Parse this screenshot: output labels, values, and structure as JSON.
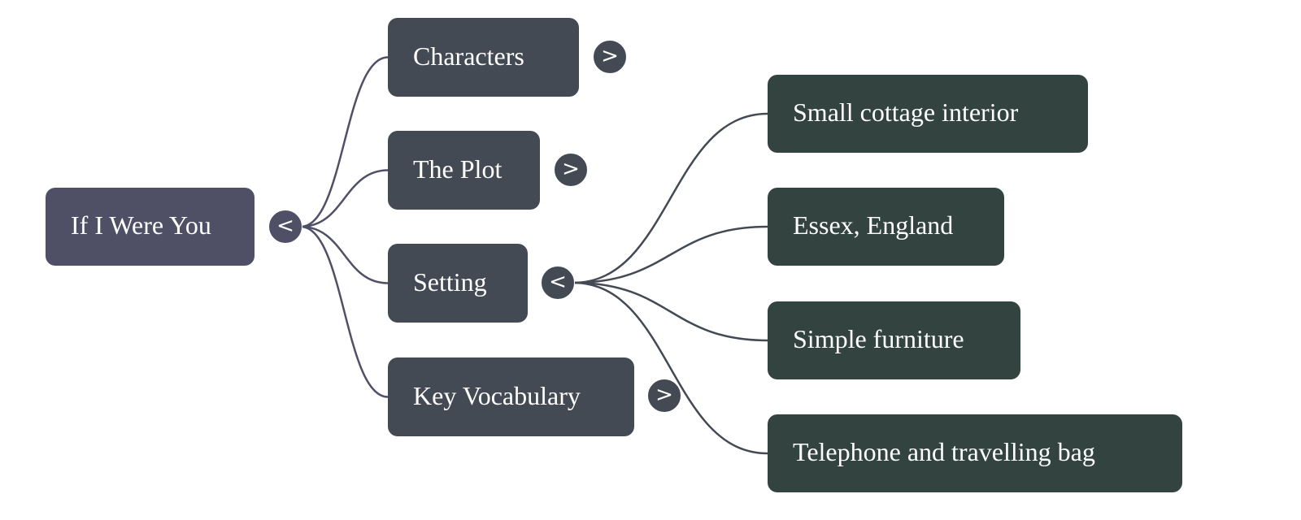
{
  "mindmap": {
    "root": {
      "label": "If I Were You",
      "toggle": "<",
      "toggle_state": "expanded",
      "color": "#4f5066"
    },
    "branches": [
      {
        "label": "Characters",
        "toggle": ">",
        "toggle_state": "collapsed",
        "color": "#434a54"
      },
      {
        "label": "The Plot",
        "toggle": ">",
        "toggle_state": "collapsed",
        "color": "#434a54"
      },
      {
        "label": "Setting",
        "toggle": "<",
        "toggle_state": "expanded",
        "color": "#434a54",
        "children": [
          {
            "label": "Small cottage interior",
            "color": "#33433f"
          },
          {
            "label": "Essex, England",
            "color": "#33433f"
          },
          {
            "label": "Simple furniture",
            "color": "#33433f"
          },
          {
            "label": "Telephone and travelling bag",
            "color": "#33433f"
          }
        ]
      },
      {
        "label": "Key Vocabulary",
        "toggle": ">",
        "toggle_state": "collapsed",
        "color": "#434a54"
      }
    ],
    "edge_colors": {
      "root": "#4f5066",
      "setting": "#434a54"
    }
  }
}
